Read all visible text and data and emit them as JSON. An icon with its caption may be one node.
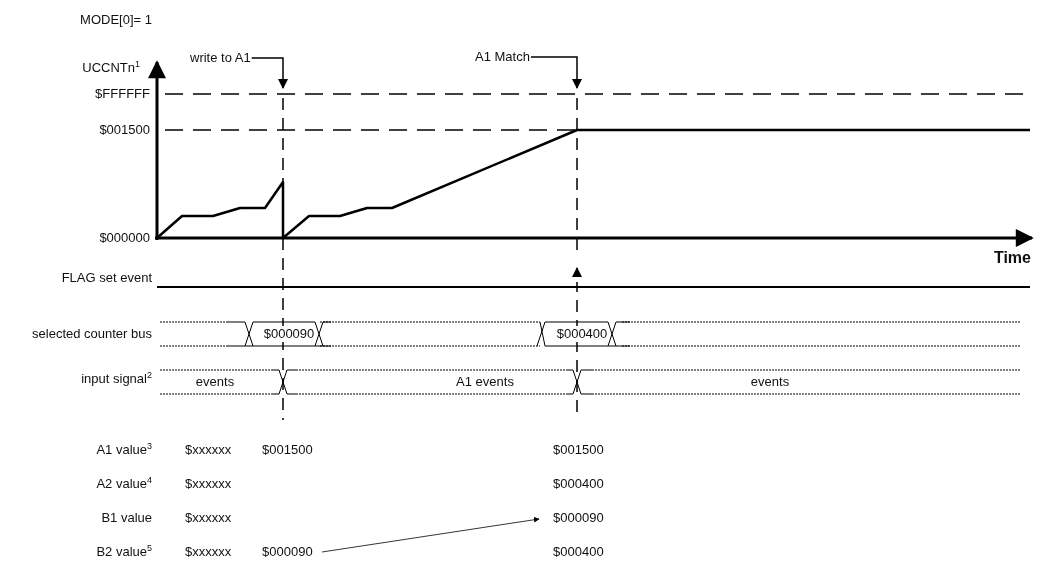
{
  "diagram": {
    "nodes": [
      {
        "text": [
          "write to A1"
        ]
      },
      {
        "text": [
          "A1 Match"
        ]
      },
      {
        "text": [
          "$000090"
        ]
      },
      {
        "text": [
          "$000090"
        ]
      }
    ],
    "edges": [
      {
        "from": 0,
        "to": null,
        "arrow": "to"
      },
      {
        "from": 1,
        "to": null,
        "arrow": "to"
      },
      {
        "from": 3,
        "to": 2,
        "arrow": "to"
      }
    ],
    "labels": [
      "MODE[0]= 1",
      "UCCNTn$^{1}$",
      "$FFFFFF",
      "$001500",
      "$000000",
      "Time",
      "FLAG set event",
      "selected counter bus",
      "$000090",
      "$000400",
      "input signal$^{2}$",
      "events",
      "A1 events",
      "events",
      "A1 value$^{3}$",
      "$xxxxxx",
      "$001500",
      "$001500",
      "A2 value$^{4}$",
      "$xxxxxx",
      "$000400",
      "B1 value",
      "$xxxxxx",
      "B2 value$^{5}$",
      "$xxxxxx",
      "$000400"
    ]
  }
}
